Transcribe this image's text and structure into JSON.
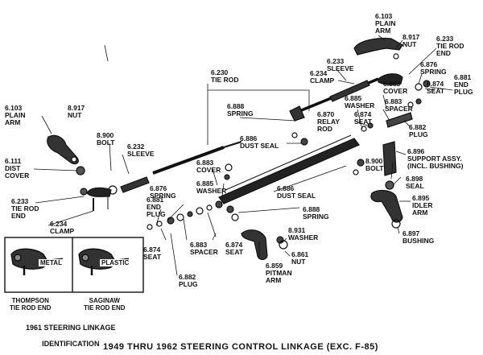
{
  "title": "1949 THRU 1962 STEERING CONTROL LINKAGE (EXC. F-85)",
  "inset": {
    "caption_line1": "1961 STEERING LINKAGE",
    "caption_line2": "IDENTIFICATION",
    "left_tag": "METAL",
    "right_tag": "PLASTIC",
    "left_name": "THOMPSON\nTIE ROD END",
    "right_name": "SAGINAW\nTIE ROD END"
  },
  "parts": [
    {
      "id": "p1",
      "num": "6.103",
      "name": "PLAIN\nARM"
    },
    {
      "id": "p2",
      "num": "8.917",
      "name": "NUT"
    },
    {
      "id": "p3",
      "num": "6.233",
      "name": "TIE ROD\nEND"
    },
    {
      "id": "p4",
      "num": "6.876",
      "name": "SPRING"
    },
    {
      "id": "p5",
      "num": "6.881",
      "name": "END\nPLUG"
    },
    {
      "id": "p6",
      "num": "6.874",
      "name": "SEAT"
    },
    {
      "id": "p7",
      "num": "6.233",
      "name": "SLEEVE"
    },
    {
      "id": "p8",
      "num": "6.234",
      "name": "CLAMP"
    },
    {
      "id": "p9",
      "num": "6.230",
      "name": "TIE ROD"
    },
    {
      "id": "p10",
      "num": "6.883",
      "name": "COVER"
    },
    {
      "id": "p11",
      "num": "6.885",
      "name": "WASHER"
    },
    {
      "id": "p12",
      "num": "6.883",
      "name": "SPACER"
    },
    {
      "id": "p13",
      "num": "6.870",
      "name": "RELAY\nROD"
    },
    {
      "id": "p14",
      "num": "6.874",
      "name": "SEAT"
    },
    {
      "id": "p15",
      "num": "6.882",
      "name": "PLUG"
    },
    {
      "id": "p16",
      "num": "6.888",
      "name": "SPRING"
    },
    {
      "id": "p17",
      "num": "6.886",
      "name": "DUST SEAL"
    },
    {
      "id": "p18",
      "num": "6.103",
      "name": "PLAIN\nARM"
    },
    {
      "id": "p19",
      "num": "8.917",
      "name": "NUT"
    },
    {
      "id": "p20",
      "num": "8.900",
      "name": "BOLT"
    },
    {
      "id": "p21",
      "num": "6.232",
      "name": "SLEEVE"
    },
    {
      "id": "p22",
      "num": "6.111",
      "name": "DIST\nCOVER"
    },
    {
      "id": "p23",
      "num": "6.233",
      "name": "TIE ROD\nEND"
    },
    {
      "id": "p24",
      "num": "6.234",
      "name": "CLAMP"
    },
    {
      "id": "p25",
      "num": "6.876",
      "name": "SPRING"
    },
    {
      "id": "p26",
      "num": "6.881",
      "name": "END\nPLUG"
    },
    {
      "id": "p27",
      "num": "6.883",
      "name": "COVER"
    },
    {
      "id": "p28",
      "num": "6.885",
      "name": "WASHER"
    },
    {
      "id": "p29",
      "num": "6.874",
      "name": "SEAT"
    },
    {
      "id": "p30",
      "num": "6.883",
      "name": "SPACER"
    },
    {
      "id": "p31",
      "num": "6.874",
      "name": "SEAT"
    },
    {
      "id": "p32",
      "num": "6.882",
      "name": "PLUG"
    },
    {
      "id": "p33",
      "num": "6.886",
      "name": "DUST SEAL"
    },
    {
      "id": "p34",
      "num": "6.888",
      "name": "SPRING"
    },
    {
      "id": "p35",
      "num": "8.931",
      "name": "WASHER"
    },
    {
      "id": "p36",
      "num": "6.861",
      "name": "NUT"
    },
    {
      "id": "p37",
      "num": "6.859",
      "name": "PITMAN\nARM"
    },
    {
      "id": "p38",
      "num": "6.896",
      "name": "SUPPORT ASSY.\n(INCL. BUSHING)"
    },
    {
      "id": "p39",
      "num": "8.900",
      "name": "BOLT"
    },
    {
      "id": "p40",
      "num": "6.898",
      "name": "SEAL"
    },
    {
      "id": "p41",
      "num": "6.895",
      "name": "IDLER\nARM"
    },
    {
      "id": "p42",
      "num": "6.897",
      "name": "BUSHING"
    }
  ]
}
